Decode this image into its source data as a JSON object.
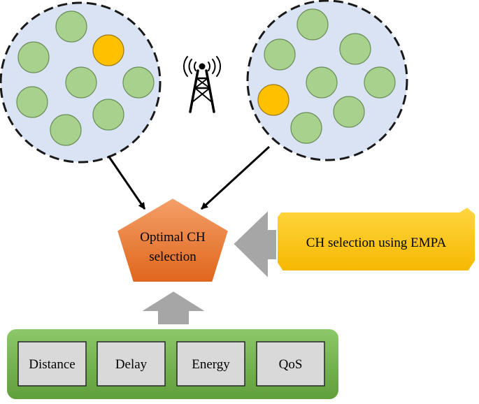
{
  "pentagon": {
    "line1": "Optimal CH",
    "line2": "selection"
  },
  "method_box": {
    "label": "CH selection using EMPA"
  },
  "criteria": [
    {
      "label": "Distance"
    },
    {
      "label": "Delay"
    },
    {
      "label": "Energy"
    },
    {
      "label": "QoS"
    }
  ],
  "clusters": [
    {
      "nodes": 8,
      "cluster_heads": 1
    },
    {
      "nodes": 8,
      "cluster_heads": 1
    }
  ],
  "icons": {
    "tower": "radio-tower-icon"
  },
  "colors": {
    "cluster_fill": "#dae3f3",
    "node_green": "#a9d18e",
    "node_head": "#ffc000",
    "pentagon": "#ed7d31",
    "method_box": "#ffc000",
    "criteria_band": "#70ad47",
    "criteria_box": "#d9d9d9",
    "arrow_gray": "#a6a6a6"
  }
}
